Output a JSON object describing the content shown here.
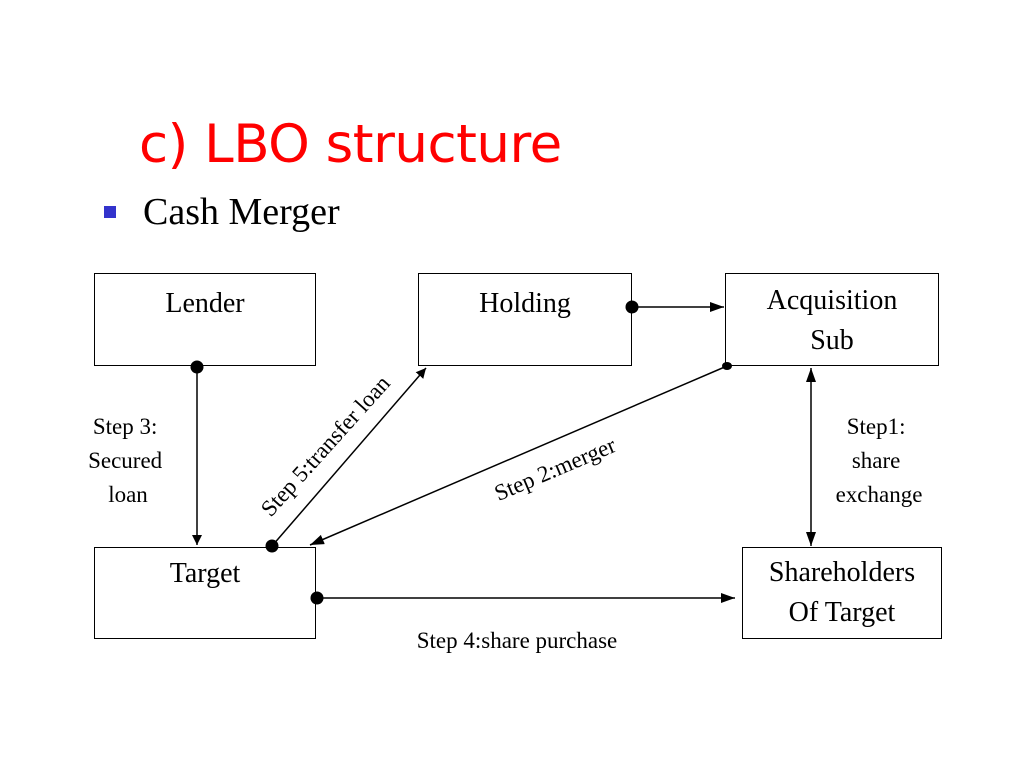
{
  "title": "c) LBO structure",
  "bullet": "Cash Merger",
  "colors": {
    "title": "#ff0000",
    "bullet": "#3333cc",
    "lines": "#000000"
  },
  "boxes": {
    "lender": [
      "Lender"
    ],
    "holding": [
      "Holding"
    ],
    "acquisition_sub": [
      "Acquisition",
      "Sub"
    ],
    "target": [
      "Target"
    ],
    "shareholders": [
      "Shareholders",
      "Of Target"
    ]
  },
  "steps": {
    "step1": [
      "Step1:",
      "share",
      "exchange"
    ],
    "step2": "Step 2:merger",
    "step3": [
      "Step 3:",
      "Secured",
      "loan"
    ],
    "step4": "Step 4:share purchase",
    "step5": "Step 5:transfer loan"
  }
}
